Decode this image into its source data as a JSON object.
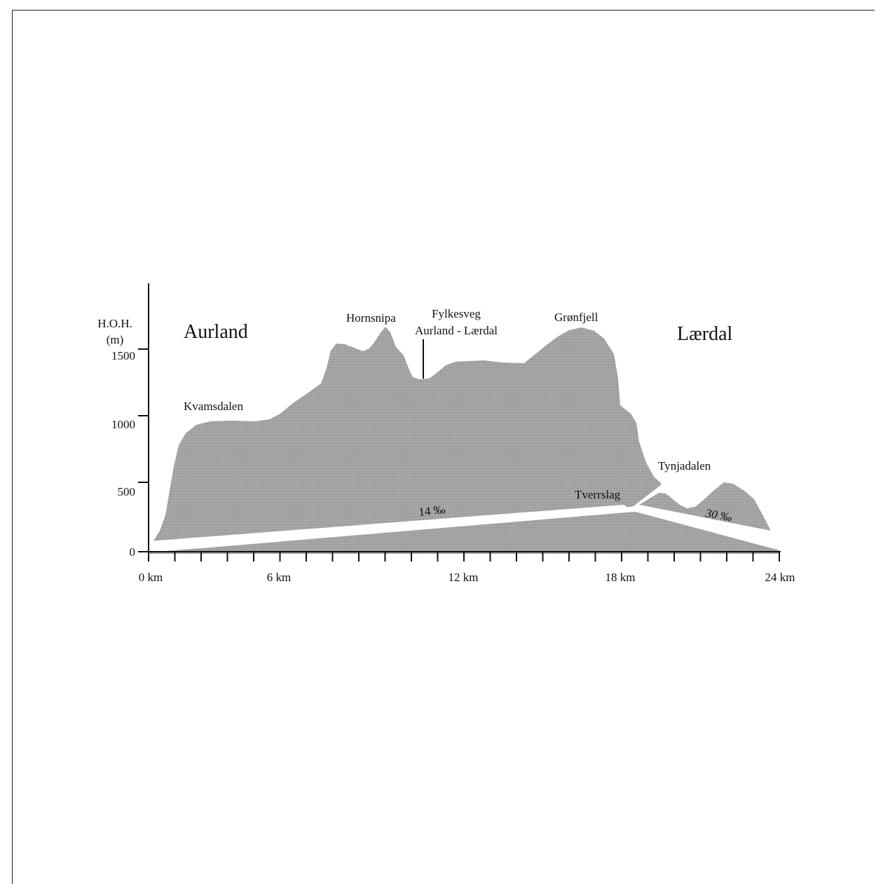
{
  "diagram": {
    "y_axis": {
      "label_line1": "H.O.H.",
      "label_line2": "(m)"
    },
    "y_ticks": [
      {
        "label": "0",
        "value": 0
      },
      {
        "label": "500",
        "value": 500
      },
      {
        "label": "1000",
        "value": 1000
      },
      {
        "label": "1500",
        "value": 1500
      }
    ],
    "x_labels": [
      {
        "label": "0 km",
        "value": 0
      },
      {
        "label": "6 km",
        "value": 6
      },
      {
        "label": "12 km",
        "value": 12
      },
      {
        "label": "18 km",
        "value": 18
      },
      {
        "label": "24 km",
        "value": 24
      }
    ],
    "places": {
      "aurland": "Aurland",
      "laerdal": "Lærdal",
      "kvamsdalen": "Kvamsdalen",
      "hornsnipa": "Hornsnipa",
      "fylkesveg_line1": "Fylkesveg",
      "fylkesveg_line2": "Aurland - Lærdal",
      "gronfjell": "Grønfjell",
      "tynjadalen": "Tynjadalen",
      "tverrslag": "Tverrslag"
    },
    "gradients": {
      "main_tunnel": "14 ‰",
      "side_tunnel": "30 ‰"
    },
    "colors": {
      "terrain": "#a3a3a3",
      "tunnel": "#ffffff",
      "axis": "#111111"
    }
  }
}
